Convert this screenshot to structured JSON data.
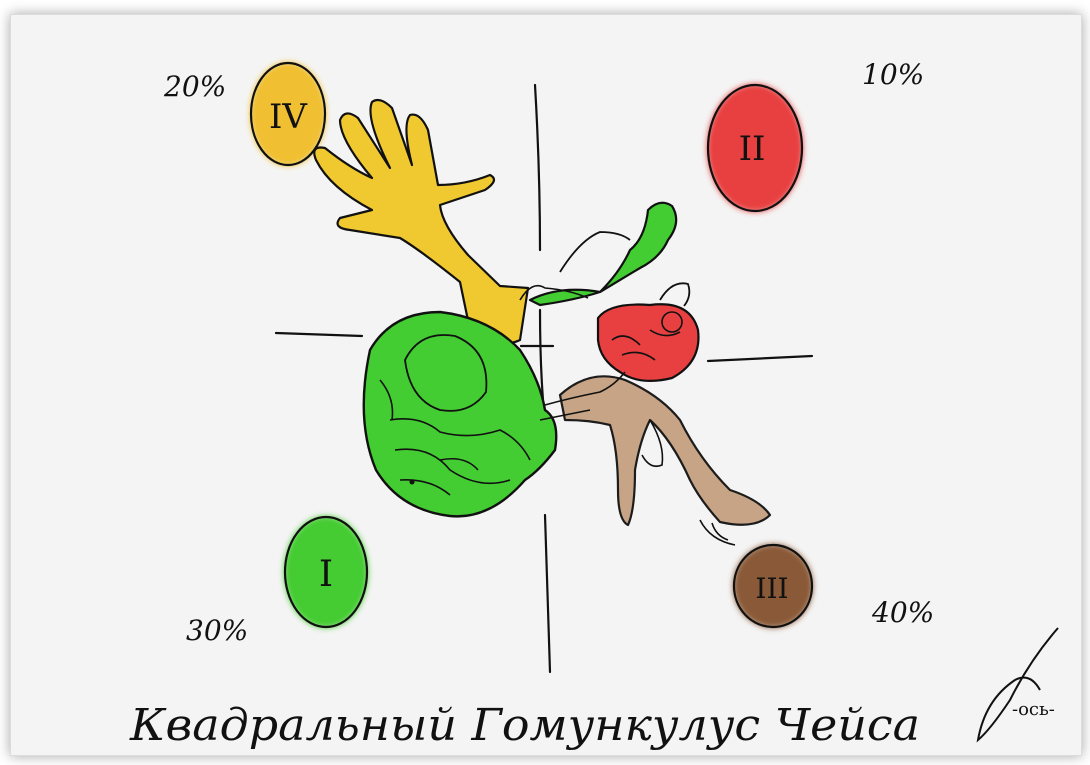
{
  "drawing": {
    "percent_top_left": "20%",
    "percent_top_right": "10%",
    "percent_bottom_left": "30%",
    "percent_bottom_right": "40%",
    "title": "Квадральный Гомункулус Чейса",
    "signature_mark": "-ось-"
  },
  "quadrant_blobs": [
    {
      "label": "IV",
      "color": "#f0c030"
    },
    {
      "label": "II",
      "color": "#e84040"
    },
    {
      "label": "I",
      "color": "#44cc33"
    },
    {
      "label": "III",
      "color": "#8a5a38"
    }
  ],
  "colors": {
    "yellow": "#f0c830",
    "red": "#e84040",
    "green": "#44cc33",
    "brown": "#c4a080",
    "ink": "#111111"
  }
}
